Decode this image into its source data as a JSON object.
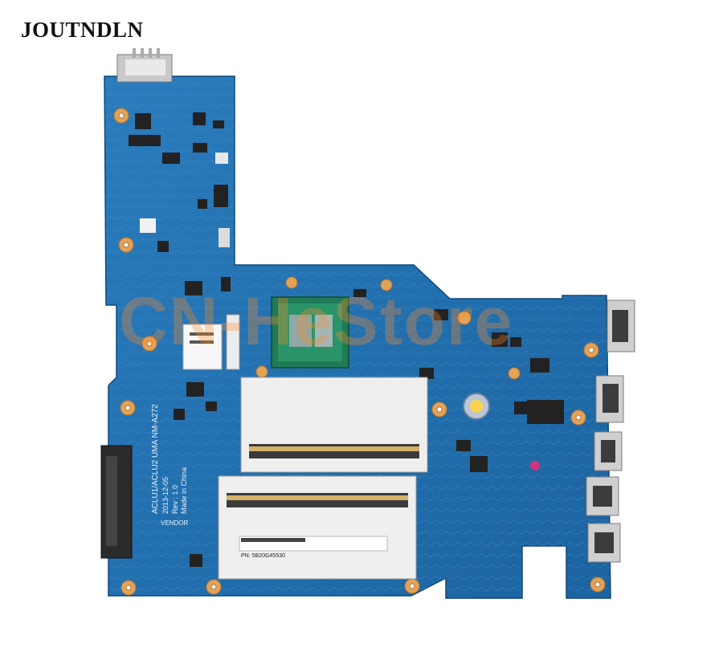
{
  "brand": {
    "name": "JOUTNDLN"
  },
  "watermark": {
    "text": "CN-HeStore"
  },
  "board": {
    "model": "ACLU1/ACLU2 UMA NM-A272",
    "date": "2013-12-05",
    "rev": "Rev : 1.0",
    "origin": "Made in China",
    "vendor_label": "VENDOR",
    "pn_label": "PN: 5B20G45530",
    "colors": {
      "pcb": "#1f6fae",
      "pcb_dark": "#17578c",
      "gold": "#d9a441",
      "slot": "#ededed"
    }
  }
}
